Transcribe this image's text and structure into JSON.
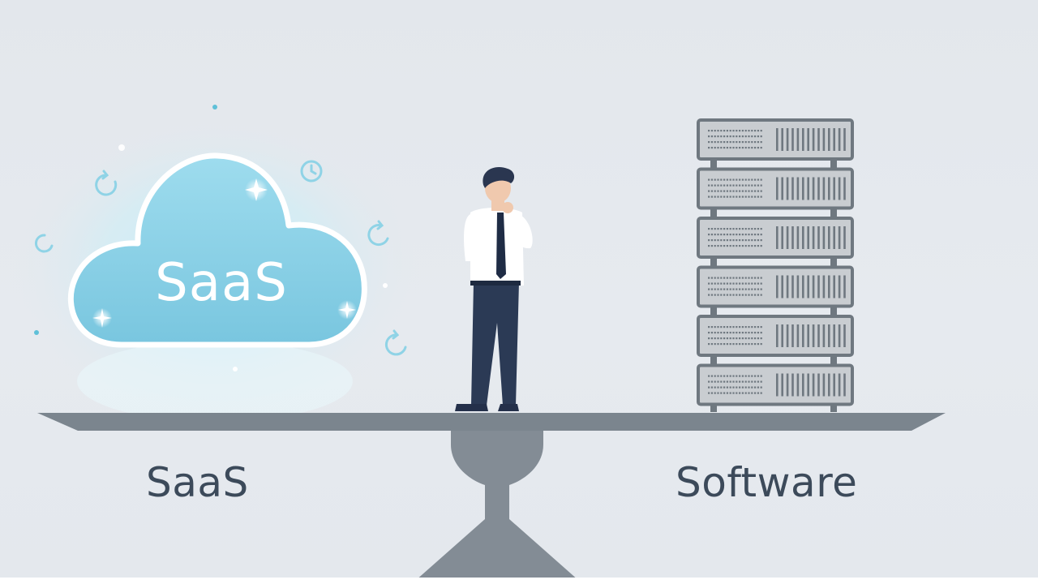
{
  "cloud": {
    "label": "SaaS"
  },
  "captions": {
    "left": "SaaS",
    "right": "Software"
  },
  "colors": {
    "background": "#e4e8ed",
    "cloud_fill": "#8fd3e6",
    "cloud_glow": "#bfeef8",
    "beam": "#7b858e",
    "fulcrum": "#838c95",
    "server_frame": "#6f7880",
    "server_body": "#c9cdd1",
    "caption_text": "#3c4a5a",
    "shirt": "#ffffff",
    "pants": "#2b3a55",
    "hair": "#2a3650"
  },
  "icons": [
    "cloud-icon",
    "refresh-icon",
    "clock-icon",
    "sparkle-icon",
    "person-figure",
    "server-rack-icon",
    "scale-beam",
    "scale-fulcrum"
  ],
  "server_rack": {
    "unit_count": 6
  }
}
